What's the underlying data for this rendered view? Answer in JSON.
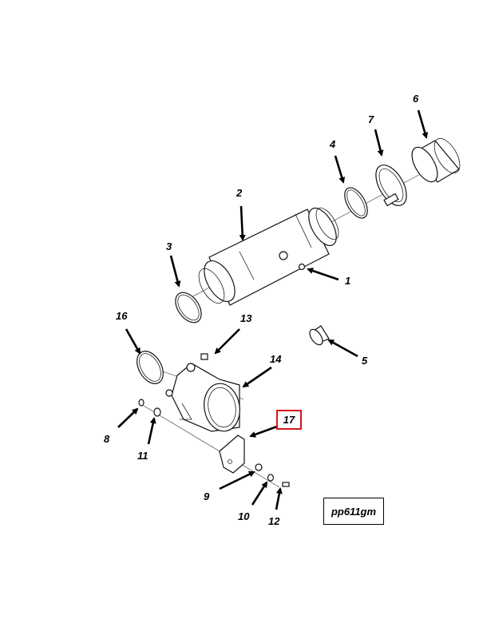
{
  "figure_id": "pp611gm",
  "highlighted_callout": "17",
  "highlight_color": "#d4151b",
  "callouts": {
    "c1": "1",
    "c2": "2",
    "c3": "3",
    "c4": "4",
    "c5": "5",
    "c6": "6",
    "c7": "7",
    "c8": "8",
    "c9": "9",
    "c10": "10",
    "c11": "11",
    "c12": "12",
    "c13": "13",
    "c14": "14",
    "c16": "16",
    "c17": "17"
  }
}
